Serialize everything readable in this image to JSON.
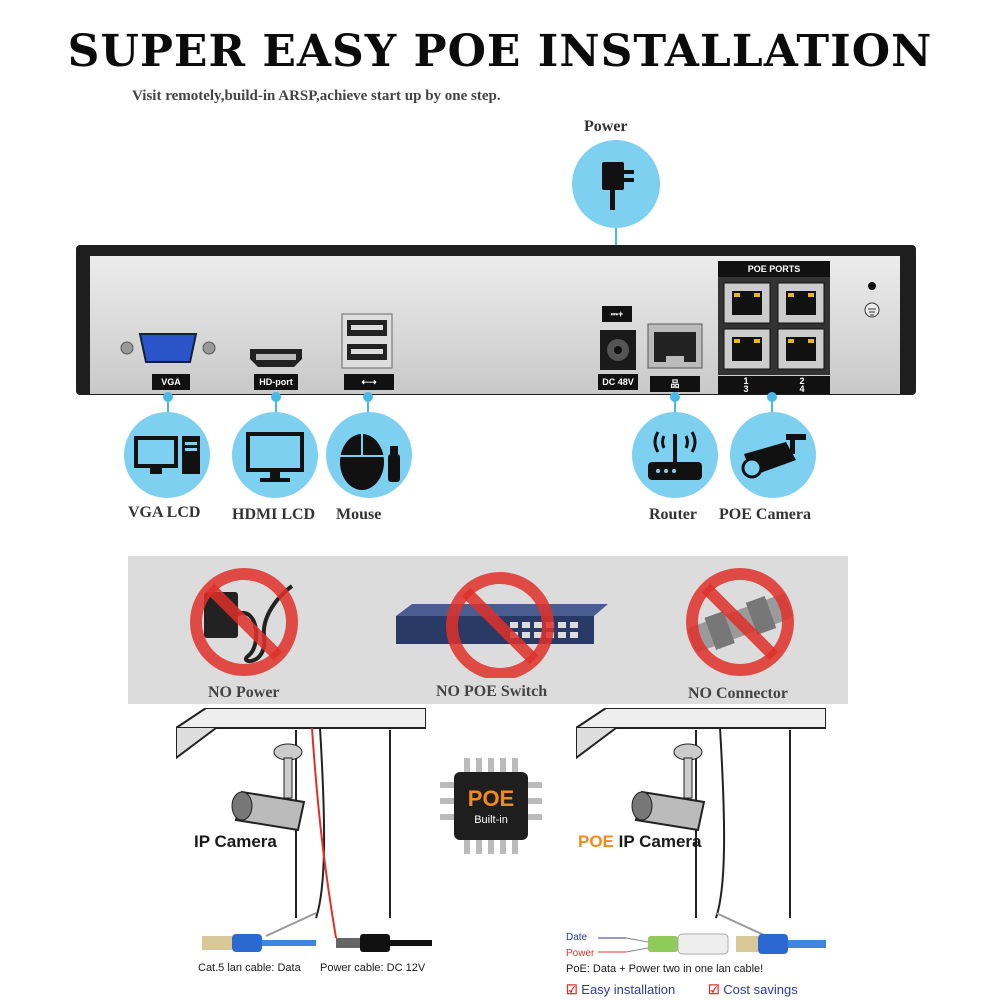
{
  "header": {
    "title": "SUPER EASY POE INSTALLATION",
    "subtitle": "Visit remotely,build-in ARSP,achieve start up by one step."
  },
  "power": {
    "label": "Power"
  },
  "nvr": {
    "ports": {
      "vga": "VGA",
      "hdmi": "HD-port",
      "dc": "DC 48V",
      "poe_header": "POE PORTS",
      "poe_numbers": [
        "1",
        "2",
        "3",
        "4"
      ]
    }
  },
  "devices": {
    "vga_lcd": "VGA LCD",
    "hdmi_lcd": "HDMI LCD",
    "mouse": "Mouse",
    "router": "Router",
    "poe_camera": "POE Camera"
  },
  "no_items": {
    "power": "NO Power",
    "switch": "NO POE Switch",
    "connector": "NO Connector"
  },
  "chip": {
    "top": "POE",
    "bottom": "Built-in"
  },
  "left_diagram": {
    "camera_label": "IP Camera",
    "lan_label": "Cat.5 lan cable: Data",
    "power_label": "Power cable: DC 12V"
  },
  "right_diagram": {
    "camera_prefix": "POE",
    "camera_label": " IP Camera",
    "date_label": "Date",
    "power_label": "Power",
    "poe_note": "PoE: Data + Power two in one lan cable!",
    "easy": "Easy installation",
    "cost": "Cost savings"
  },
  "colors": {
    "accent_blue": "#7ed0f0",
    "prohibit_red": "#e0302a",
    "poe_orange": "#f28a1a"
  }
}
